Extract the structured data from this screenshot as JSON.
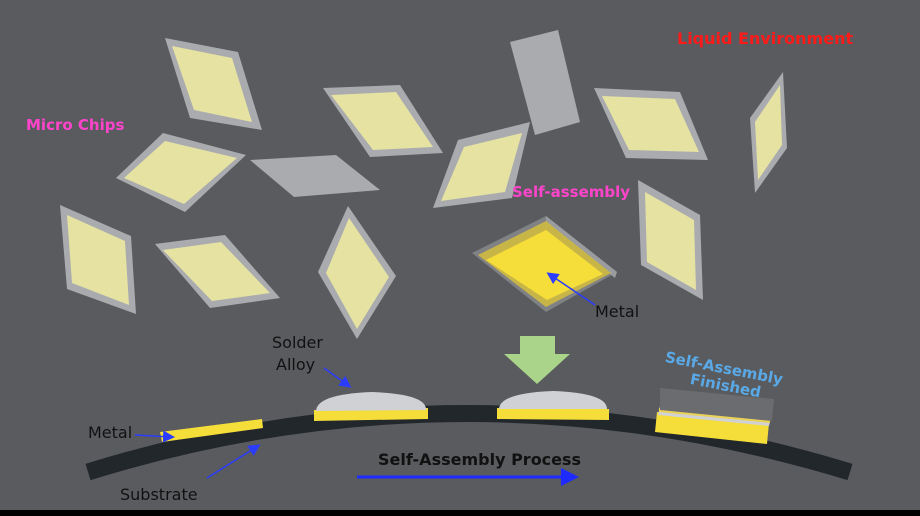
{
  "labels": {
    "liquid_environment": "Liquid Environment",
    "micro_chips": "Micro Chips",
    "self_assembly": "Self-assembly",
    "metal_chip": "Metal",
    "solder_alloy_line1": "Solder",
    "solder_alloy_line2": "Alloy",
    "self_assembly_finished_line1": "Self-Assembly",
    "self_assembly_finished_line2": "Finished",
    "metal_substrate": "Metal",
    "substrate": "Substrate",
    "process": "Self-Assembly Process"
  },
  "colors": {
    "background": "#595b5e",
    "chip_face": "#e6e2a2",
    "chip_frame": "#a9abaf",
    "metal": "#f5dd3a",
    "solder": "#cfd1d4",
    "substrate": "#22272c",
    "liquid_label": "#ff1a1a",
    "pink_label": "#ff44cc",
    "finished_label": "#5aa9e6",
    "process_arrow": "#1e2bff",
    "pointer_arrow": "#2b3cff",
    "down_arrow": "#a9d48a"
  }
}
